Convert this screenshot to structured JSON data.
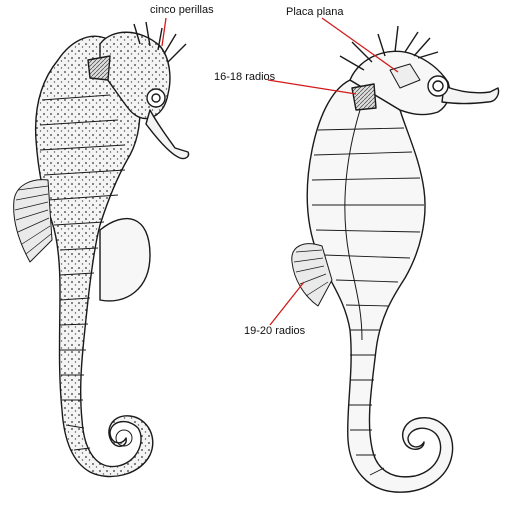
{
  "labels": {
    "cinco_perillas": "cinco perillas",
    "placa_plana": "Placa plana",
    "radios_16_18": "16-18 radios",
    "radios_19_20": "19-20 radios"
  },
  "colors": {
    "leader_line": "#d21a1a",
    "ink": "#1a1a1a",
    "body_fill": "#f2f2f2"
  }
}
